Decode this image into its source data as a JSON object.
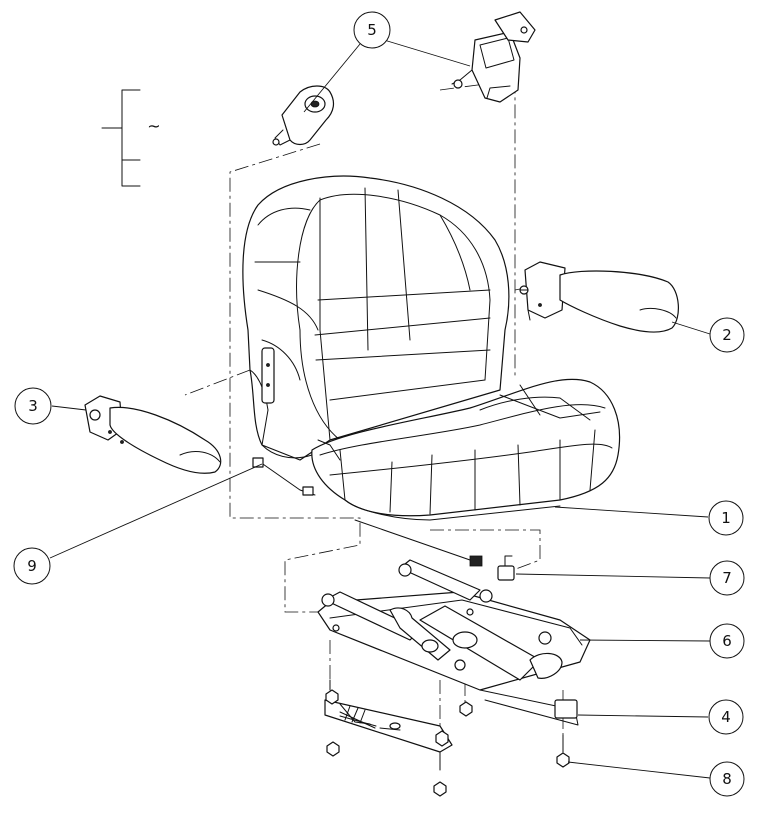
{
  "callouts": [
    {
      "id": "1",
      "label": "1"
    },
    {
      "id": "2",
      "label": "2"
    },
    {
      "id": "3",
      "label": "3"
    },
    {
      "id": "4",
      "label": "4"
    },
    {
      "id": "5",
      "label": "5"
    },
    {
      "id": "6",
      "label": "6"
    },
    {
      "id": "7",
      "label": "7"
    },
    {
      "id": "8",
      "label": "8"
    },
    {
      "id": "9",
      "label": "9"
    }
  ],
  "bracket_glyph": "~"
}
